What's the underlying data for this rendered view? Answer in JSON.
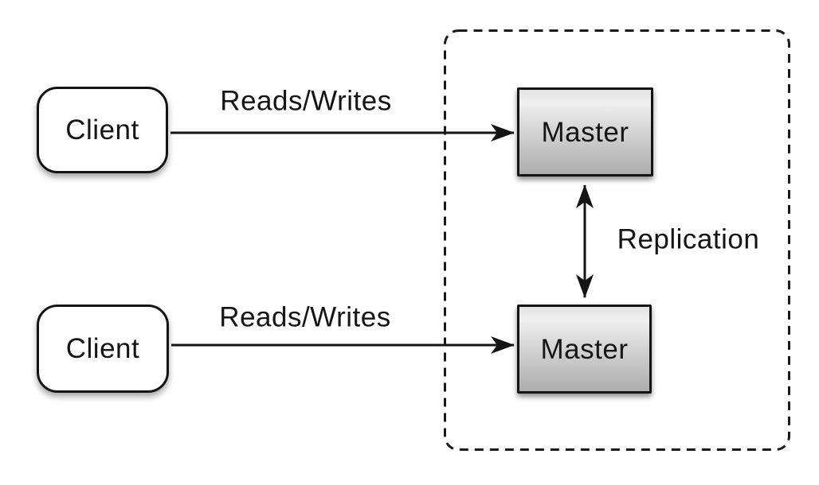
{
  "canvas": {
    "background": "#ffffff",
    "stroke_color": "#141414",
    "text_color": "#151515"
  },
  "nodes": {
    "client_top": {
      "label": "Client",
      "shape": "rounded-rect",
      "fill": "#ffffff"
    },
    "client_bottom": {
      "label": "Client",
      "shape": "rounded-rect",
      "fill": "#ffffff"
    },
    "master_top": {
      "label": "Master",
      "shape": "rect",
      "fill_top": "#efefef",
      "fill_bottom": "#adadad"
    },
    "master_bottom": {
      "label": "Master",
      "shape": "rect",
      "fill_top": "#efefef",
      "fill_bottom": "#adadad"
    }
  },
  "edges": {
    "reads_writes_top": {
      "label": "Reads/Writes",
      "from": "client_top",
      "to": "master_top",
      "direction": "one-way"
    },
    "reads_writes_bottom": {
      "label": "Reads/Writes",
      "from": "client_bottom",
      "to": "master_bottom",
      "direction": "one-way"
    },
    "replication": {
      "label": "Replication",
      "from": "master_top",
      "to": "master_bottom",
      "direction": "two-way"
    }
  },
  "group": {
    "style": "dashed-rounded-rect",
    "contains": [
      "master_top",
      "master_bottom"
    ]
  }
}
